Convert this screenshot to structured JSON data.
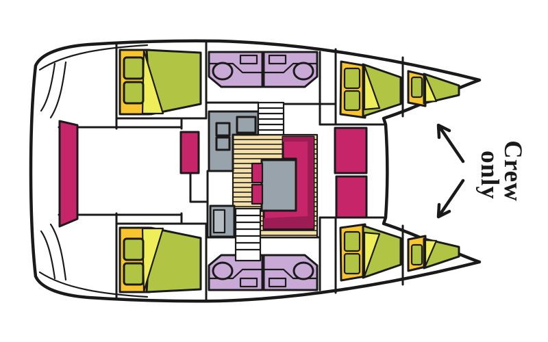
{
  "diagram": {
    "type": "catamaran-deck-plan",
    "annotation": {
      "line1": "Crew",
      "line2": "only"
    }
  },
  "colors": {
    "outline": "#1a1a1a",
    "white": "#ffffff",
    "magenta": "#c72569",
    "magenta-dark": "#9c1d53",
    "purple": "#c9a9d6",
    "yellow": "#f8c52f",
    "yellow-light": "#edee5a",
    "green": "#b1c443",
    "gray": "#99a3ab",
    "gray-light": "#b6bdc3",
    "tan": "#f5dfa8"
  }
}
